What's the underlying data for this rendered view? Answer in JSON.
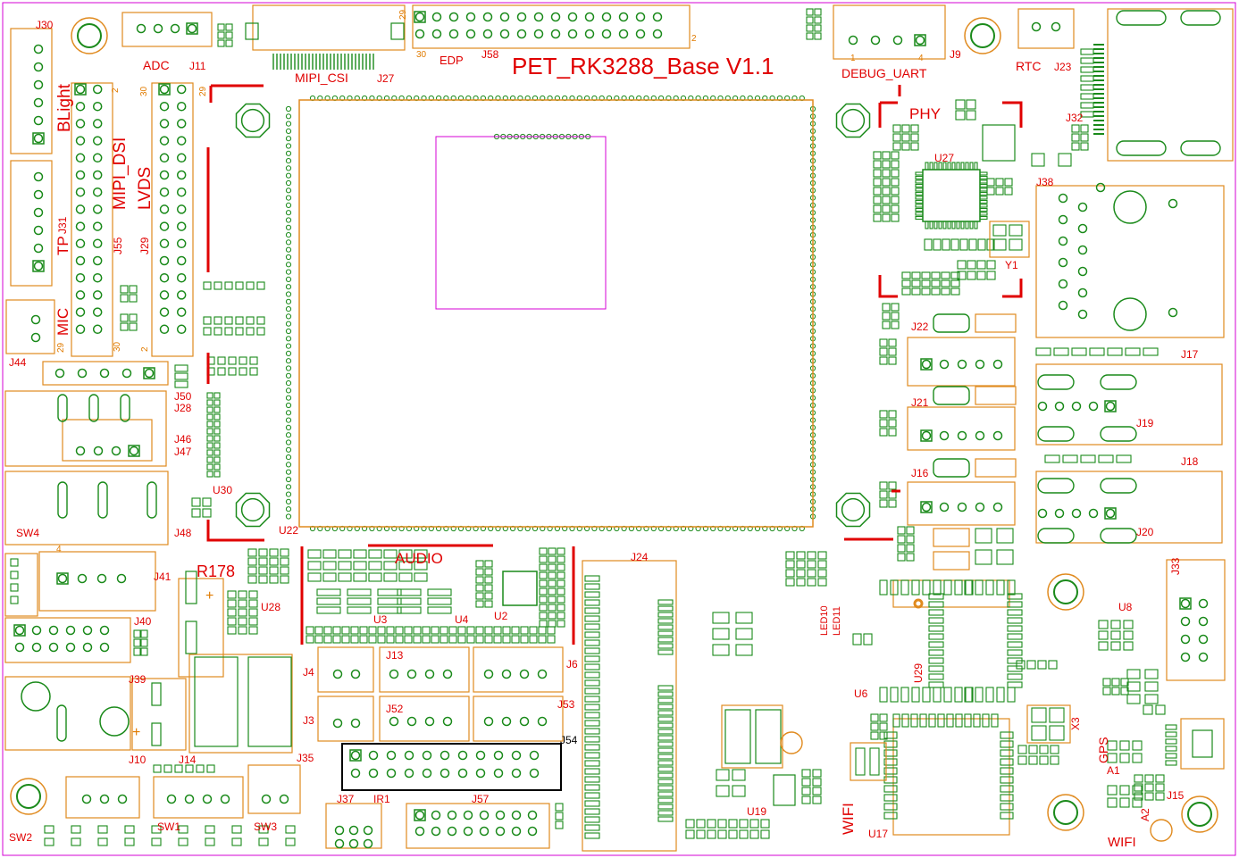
{
  "board": {
    "title": "PET_RK3288_Base V1.1",
    "colors": {
      "silk": "#e08a1e",
      "pad": "#1a8a1a",
      "label": "#e00000",
      "outline": "#d400d4",
      "black": "#000000"
    }
  },
  "big_labels": {
    "blight": "BLight",
    "mipi_dsi": "MIPI_DSI",
    "lvds": "LVDS",
    "tp": "TP",
    "mic": "MIC",
    "adc": "ADC",
    "mipi_csi": "MIPI_CSI",
    "edp": "EDP",
    "debug_uart": "DEBUG_UART",
    "rtc": "RTC",
    "phy": "PHY",
    "audio": "AUDIO",
    "r178": "R178",
    "wifi_v": "WIFI",
    "wifi": "WIFI",
    "gps": "GPS",
    "led10": "LED10",
    "led11": "LED11"
  },
  "ref_labels": {
    "J30": "J30",
    "J11": "J11",
    "J27": "J27",
    "J58": "J58",
    "J9": "J9",
    "J23": "J23",
    "J32": "J32",
    "J38": "J38",
    "J31": "J31",
    "J55": "J55",
    "J29": "J29",
    "J44": "J44",
    "J50": "J50",
    "J28": "J28",
    "J46": "J46",
    "J47": "J47",
    "J48": "J48",
    "SW4": "SW4",
    "J41": "J41",
    "J40": "J40",
    "J39": "J39",
    "J10": "J10",
    "J14": "J14",
    "J35": "J35",
    "SW2": "SW2",
    "SW1": "SW1",
    "SW3": "SW3",
    "U30": "U30",
    "U22": "U22",
    "U28": "U28",
    "U3": "U3",
    "U4": "U4",
    "U2": "U2",
    "J24": "J24",
    "J4": "J4",
    "J3": "J3",
    "J13": "J13",
    "J52": "J52",
    "J6": "J6",
    "J53": "J53",
    "J54": "J54",
    "J37": "J37",
    "IR1": "IR1",
    "J57": "J57",
    "U27": "U27",
    "Y1": "Y1",
    "J22": "J22",
    "J21": "J21",
    "J16": "J16",
    "J17": "J17",
    "J19": "J19",
    "J18": "J18",
    "J20": "J20",
    "J33": "J33",
    "U8": "U8",
    "U6": "U6",
    "U29": "U29",
    "X3": "X3",
    "A1": "A1",
    "A2": "A2",
    "J15": "J15",
    "U19": "U19",
    "U17": "U17"
  },
  "pin_labels": {
    "p29": "29",
    "p2a": "2",
    "p30a": "30",
    "p2b": "2",
    "p30b": "30",
    "p29b": "29",
    "p30c": "30",
    "p2c": "2",
    "p4a": "4",
    "p1a": "1",
    "p4b": "4",
    "p1b": "1"
  },
  "pol_labels": {
    "plus1": "+",
    "plus2": "+"
  }
}
